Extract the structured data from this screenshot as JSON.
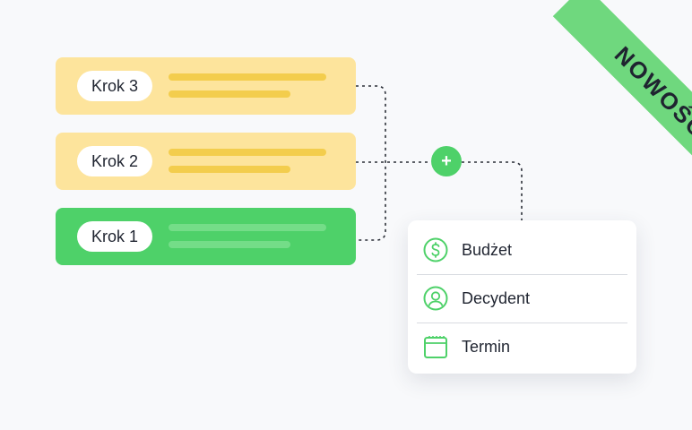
{
  "steps": [
    {
      "label": "Krok 3"
    },
    {
      "label": "Krok 2"
    },
    {
      "label": "Krok 1"
    }
  ],
  "add_button": {
    "icon": "plus-icon",
    "symbol": "+"
  },
  "menu": {
    "items": [
      {
        "label": "Budżet",
        "icon": "dollar-icon"
      },
      {
        "label": "Decydent",
        "icon": "user-icon"
      },
      {
        "label": "Termin",
        "icon": "calendar-icon"
      }
    ]
  },
  "ribbon": {
    "text": "NOWOŚĆ"
  },
  "colors": {
    "accent_green": "#4ed169",
    "step_yellow": "#fde49c",
    "ribbon_green": "#6fd87e",
    "text_dark": "#1f2430"
  }
}
